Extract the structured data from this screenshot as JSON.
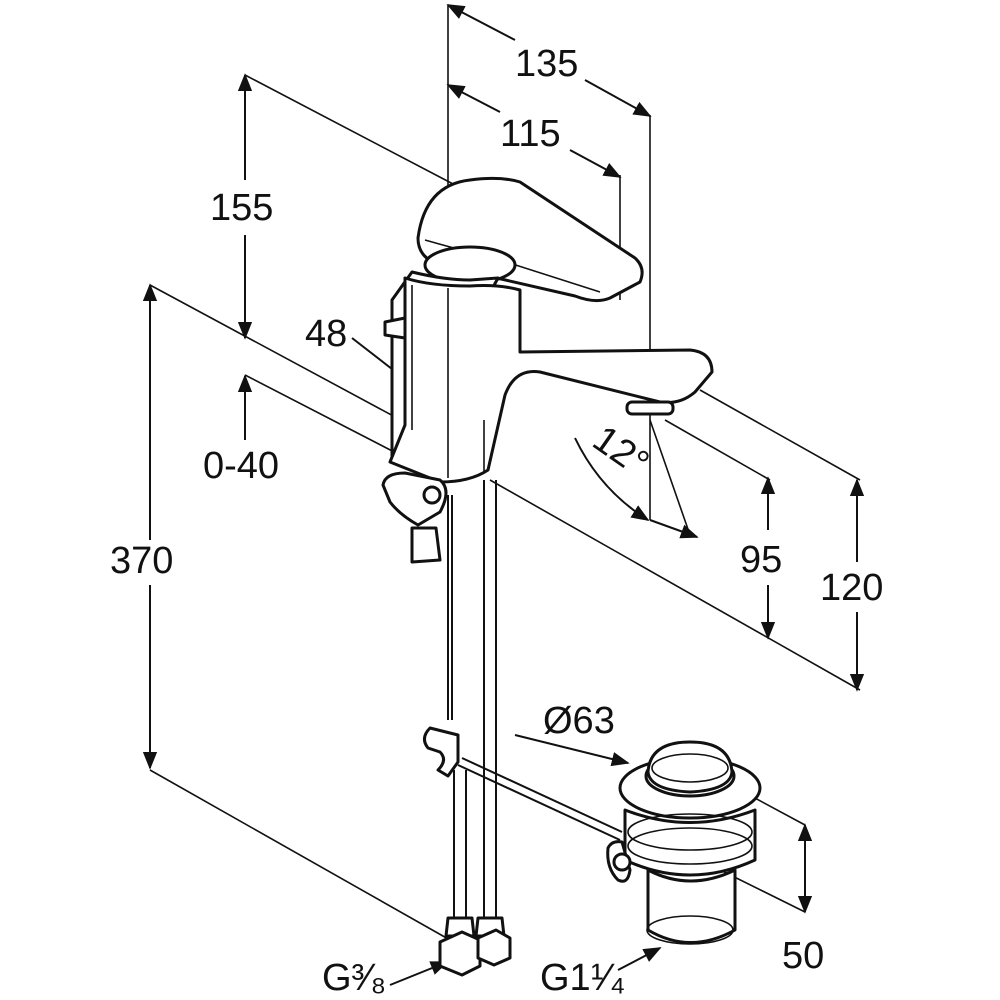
{
  "dimensions": {
    "d135": "135",
    "d115": "115",
    "d155": "155",
    "d48": "48",
    "d0_40": "0-40",
    "d370": "370",
    "d12deg": "12°",
    "d95": "95",
    "d120": "120",
    "d63": "Ø63",
    "d50": "50",
    "g38": "G³⁄₈",
    "g114": "G1¹⁄₄"
  }
}
